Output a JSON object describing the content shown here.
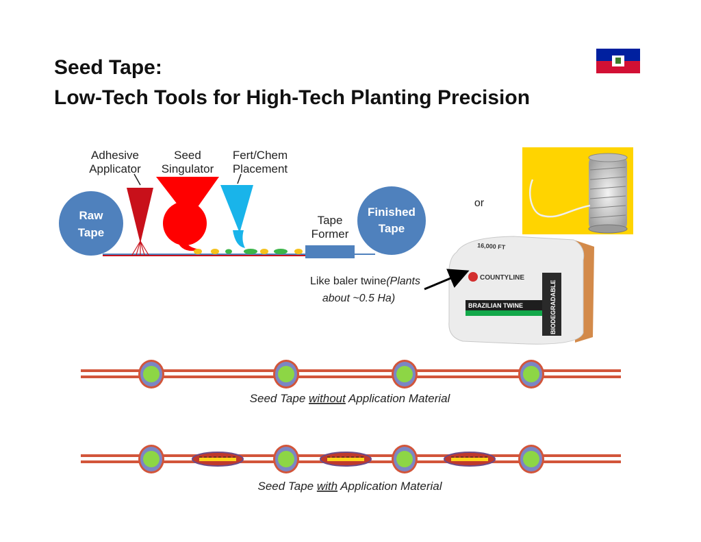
{
  "title": {
    "line1": "Seed Tape:",
    "line2": "Low-Tech Tools for High-Tech Planting Precision"
  },
  "diagram": {
    "labels": {
      "adhesive_1": "Adhesive",
      "adhesive_2": "Applicator",
      "seed_1": "Seed",
      "seed_2": "Singulator",
      "fert_1": "Fert/Chem",
      "fert_2": "Placement",
      "raw_1": "Raw",
      "raw_2": "Tape",
      "finished_1": "Finished",
      "finished_2": "Tape",
      "former_1": "Tape",
      "former_2": "Former"
    }
  },
  "side": {
    "or": "or",
    "note_1": "Like baler twine",
    "note_1_italic": "(Plants",
    "note_2": "about ~0.5 Ha)",
    "bag": {
      "brand": "COUNTYLINE",
      "length": "16,000 FT",
      "product": "BRAZILIAN TWINE",
      "side_text": "BIODEGRADABLE"
    }
  },
  "strips": {
    "without": {
      "pre": "Seed Tape ",
      "u": "without",
      "post": " Application Material"
    },
    "with": {
      "pre": "Seed Tape ",
      "u": "with",
      "post": " Application Material"
    }
  },
  "colors": {
    "adhesive": "#c8101a",
    "seed": "#ff0000",
    "fert": "#19b4ea",
    "tape_roll": "#4f81bd",
    "seed_dot": "#8dd645",
    "tape_line": "#d2553a"
  }
}
